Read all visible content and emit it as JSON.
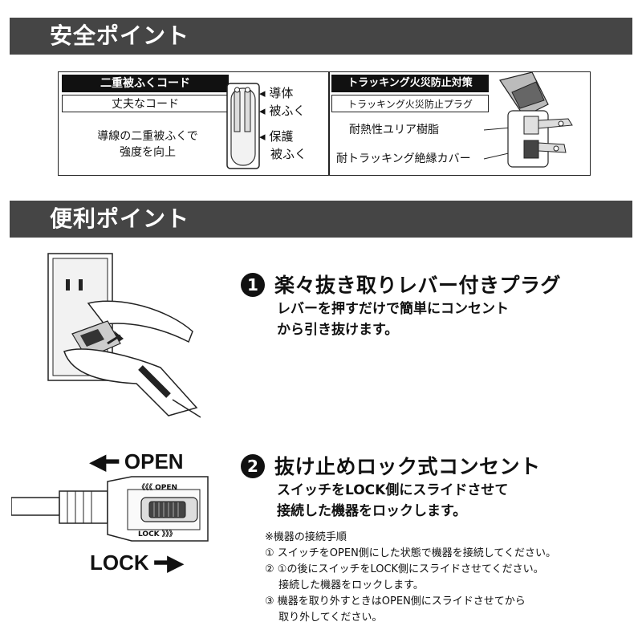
{
  "safety": {
    "header": "安全ポイント",
    "cord": {
      "heading": "二重被ふくコード",
      "label": "丈夫なコード",
      "desc_line1": "導線の二重被ふくで",
      "desc_line2": "強度を向上",
      "callout_conductor": "導体",
      "callout_sheath": "被ふく",
      "callout_protect1": "保護",
      "callout_protect2": "被ふく"
    },
    "tracking": {
      "heading": "トラッキング火災防止対策",
      "label": "トラッキング火災防止プラグ",
      "callout_resin": "耐熱性ユリア樹脂",
      "callout_cover": "耐トラッキング絶縁カバー"
    }
  },
  "convenience": {
    "header": "便利ポイント",
    "point1": {
      "number": "1",
      "title": "楽々抜き取りレバー付きプラグ",
      "line1": "レバーを押すだけで簡単にコンセント",
      "line2": "から引き抜けます。"
    },
    "point2": {
      "number": "2",
      "title": "抜け止めロック式コンセント",
      "line1": "スイッチをLOCK側にスライドさせて",
      "line2": "接続した機器をロックします。",
      "open_label": "OPEN",
      "lock_label": "LOCK",
      "switch_open_text": "《《《 OPEN",
      "switch_lock_text": "LOCK 》》》",
      "notes": [
        "※機器の接続手順",
        "① スイッチをOPEN側にした状態で機器を接続してください。",
        "② ①の後にスイッチをLOCK側にスライドさせてください。",
        "　 接続した機器をロックします。",
        "③ 機器を取り外すときはOPEN側にスライドさせてから",
        "　 取り外してください。"
      ]
    }
  }
}
